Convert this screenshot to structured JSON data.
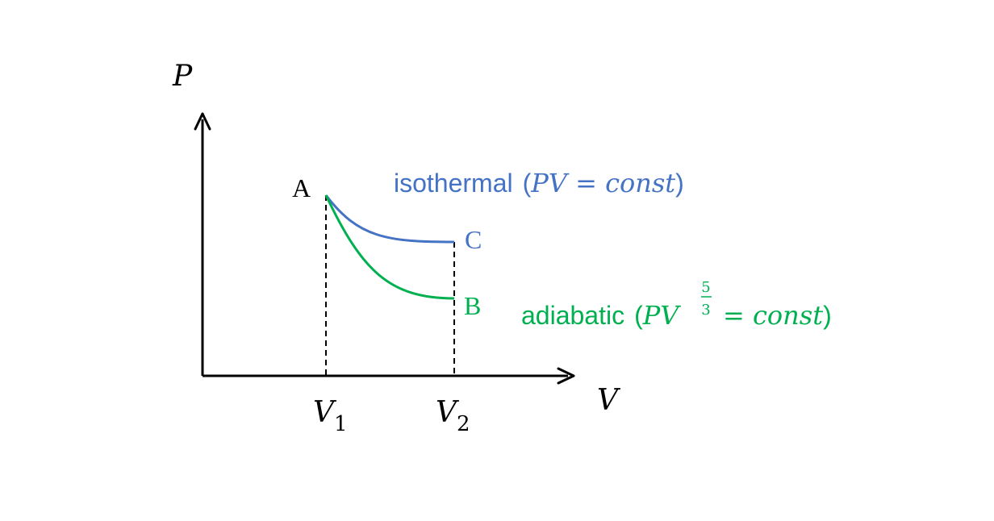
{
  "axes": {
    "y_label": "P",
    "x_label": "V"
  },
  "ticks": {
    "v1": {
      "base": "V",
      "sub": "1"
    },
    "v2": {
      "base": "V",
      "sub": "2"
    }
  },
  "points": {
    "A": "A",
    "B": "B",
    "C": "C"
  },
  "curves": {
    "isothermal": {
      "word": "isothermal",
      "open": "(",
      "formula": "PV = const",
      "close": ")",
      "color": "#4472C4"
    },
    "adiabatic": {
      "word": "adiabatic",
      "open": "(",
      "formula_left": "PV",
      "exp_num": "5",
      "exp_den": "3",
      "formula_right": "= const",
      "close": ")",
      "color": "#00B050"
    }
  },
  "colors": {
    "axis": "#000000",
    "isothermal": "#4472C4",
    "adiabatic": "#00B050"
  }
}
